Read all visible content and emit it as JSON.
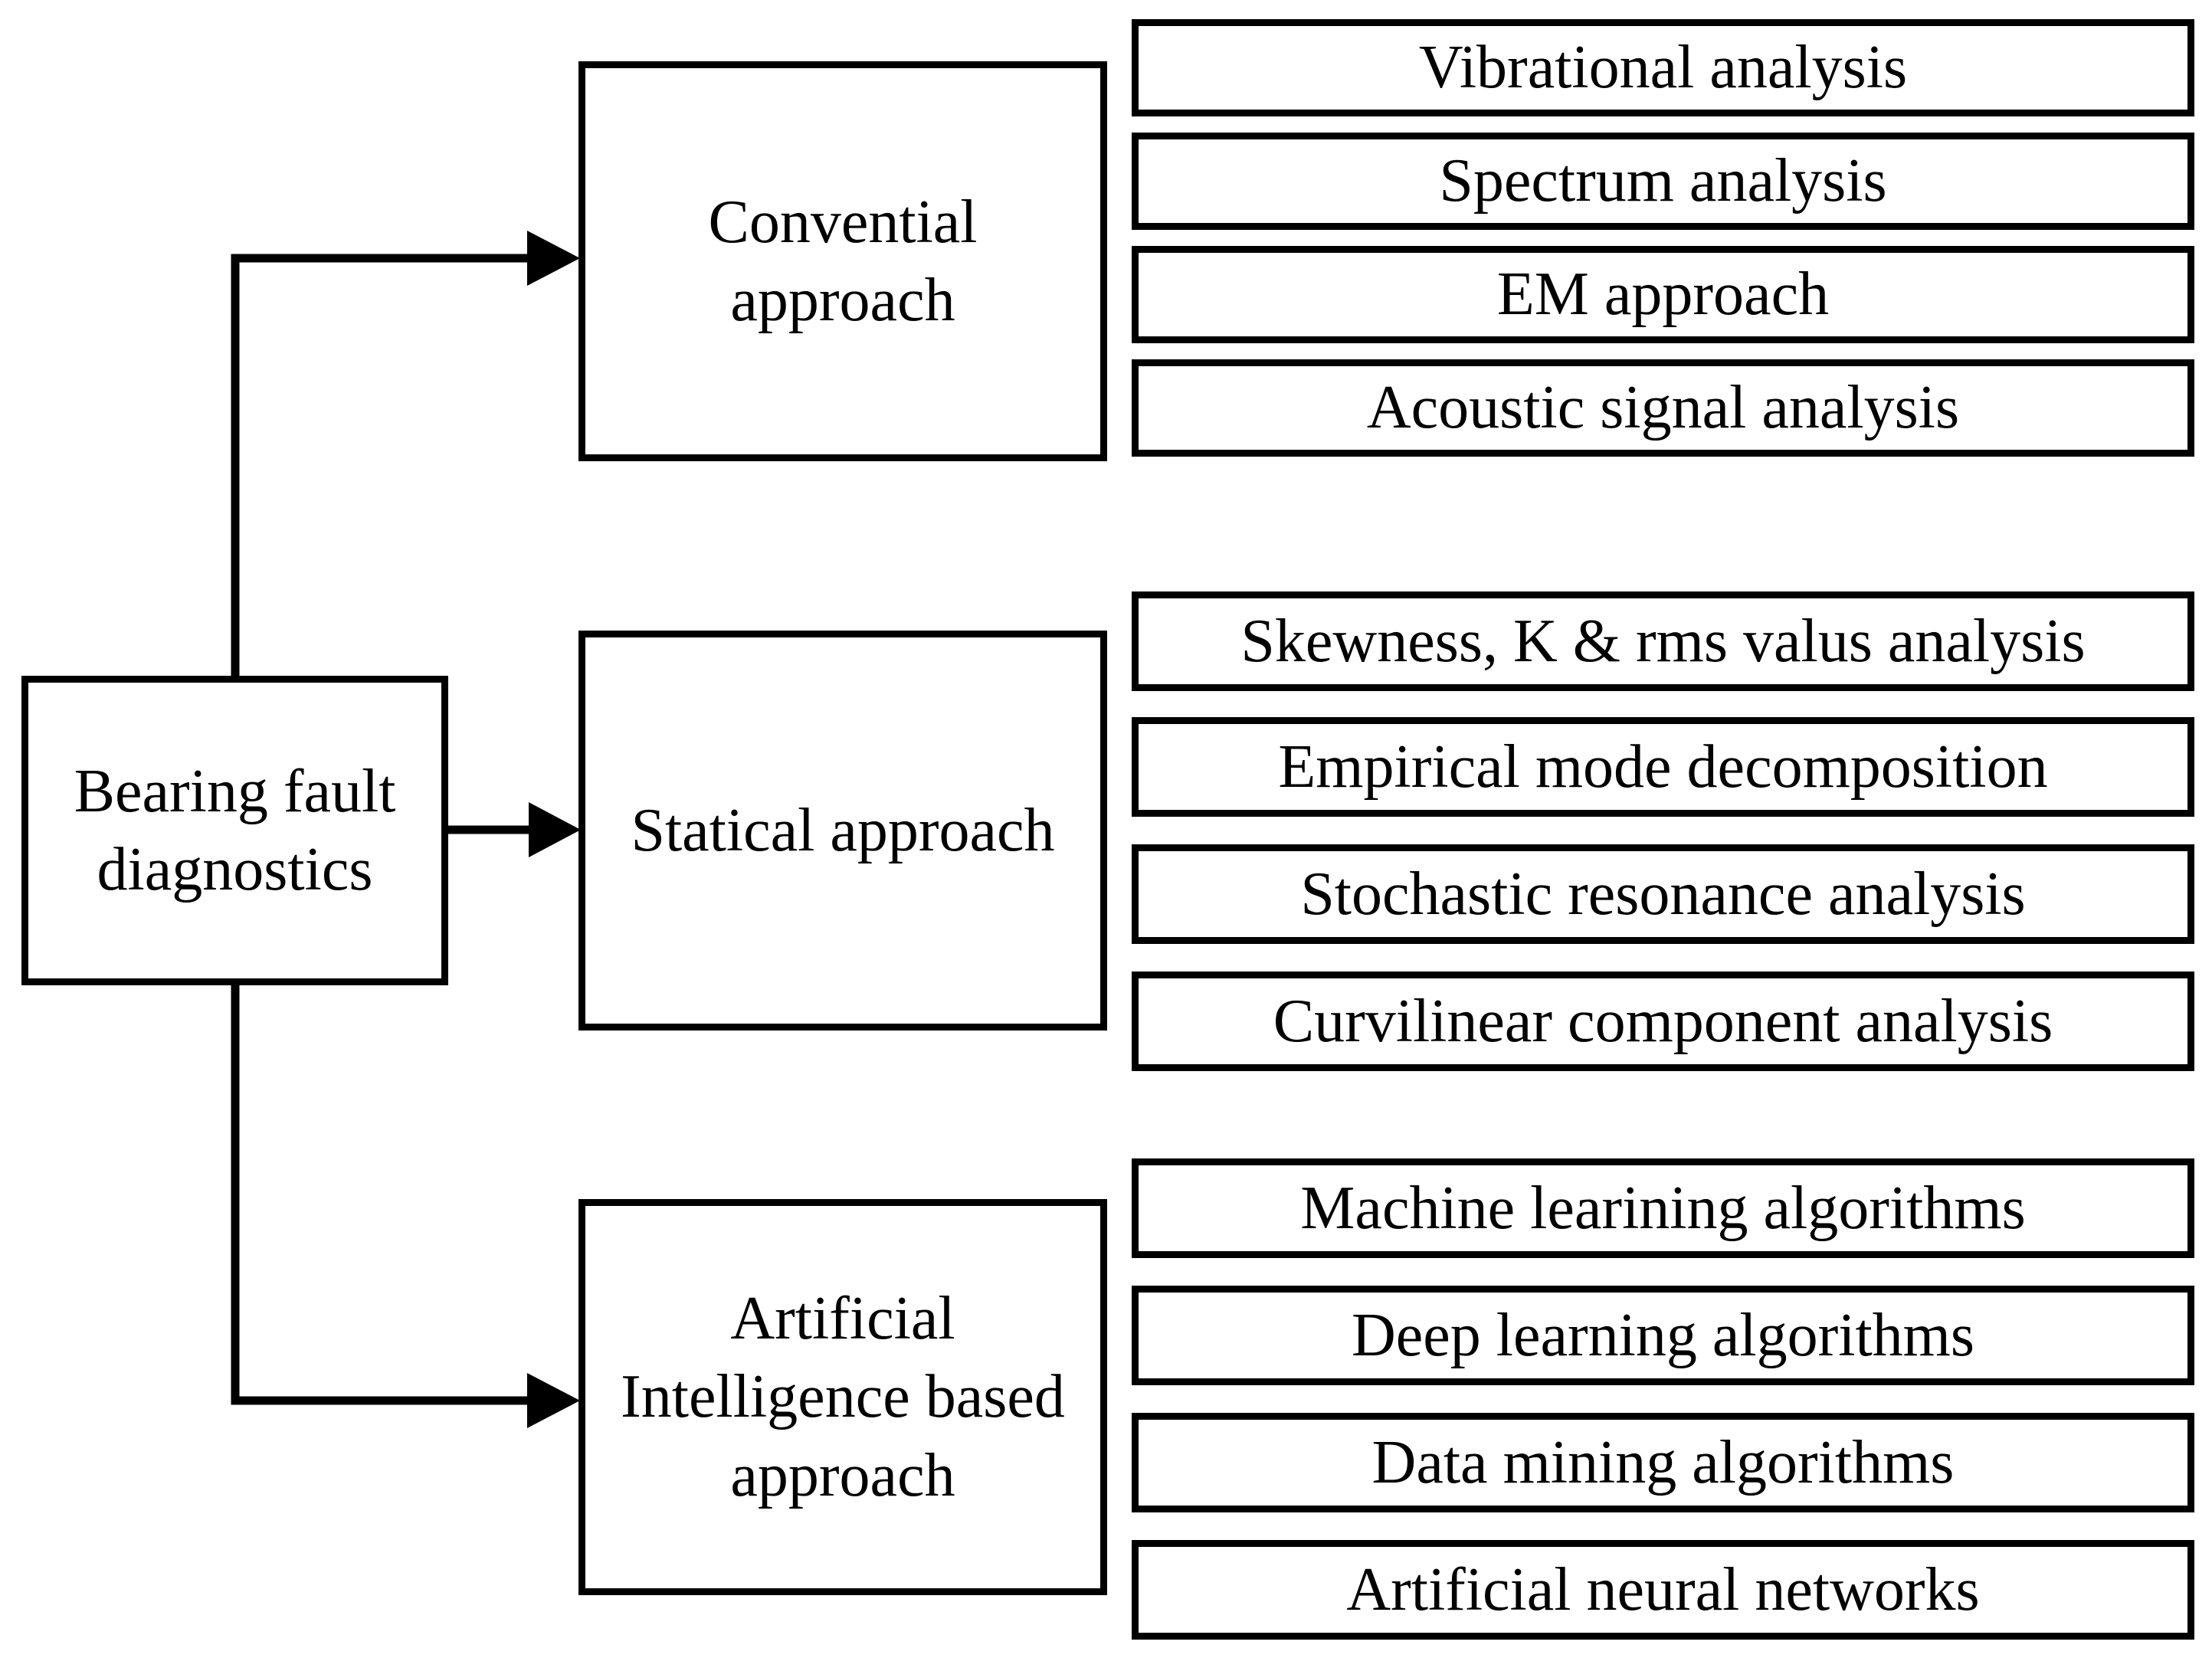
{
  "colors": {
    "line": "#000000",
    "box_border": "#000000",
    "box_fill": "#ffffff",
    "text": "#000000",
    "background": "#ffffff"
  },
  "root": {
    "label": "Bearing fault diagnostics",
    "lines": [
      "Bearing fault",
      "diagnostics"
    ]
  },
  "branches": [
    {
      "approach_label": "Convential approach",
      "approach_lines": [
        "Convential",
        "approach"
      ],
      "leaves": [
        "Vibrational analysis",
        "Spectrum analysis",
        "EM approach",
        "Acoustic signal analysis"
      ]
    },
    {
      "approach_label": "Statical approach",
      "approach_lines": [
        "Statical approach"
      ],
      "leaves": [
        "Skewness, K & rms valus analysis",
        "Empirical mode decomposition",
        "Stochastic resonance analysis",
        "Curvilinear component analysis"
      ]
    },
    {
      "approach_label": "Artificial Intelligence based approach",
      "approach_lines": [
        "Artificial",
        "Intelligence based",
        "approach"
      ],
      "leaves": [
        "Machine learining algorithms",
        "Deep learning algorithms",
        "Data mining algorithms",
        "Artificial neural networks"
      ]
    }
  ]
}
